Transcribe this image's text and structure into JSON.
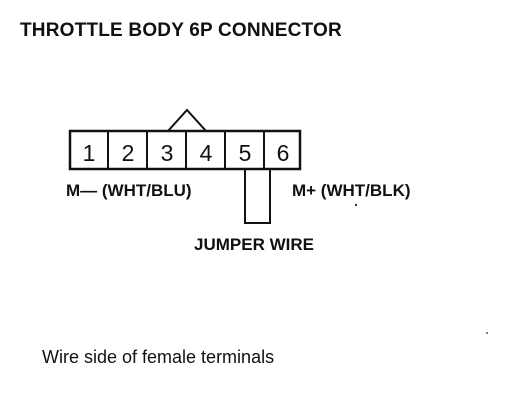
{
  "title": "THROTTLE BODY 6P CONNECTOR",
  "connector": {
    "terminals": [
      "1",
      "2",
      "3",
      "4",
      "5",
      "6"
    ]
  },
  "labels": {
    "m_minus": "M— (WHT/BLU)",
    "m_plus": "M+ (WHT/BLK)",
    "jumper": "JUMPER WIRE"
  },
  "caption": "Wire side of female terminals"
}
